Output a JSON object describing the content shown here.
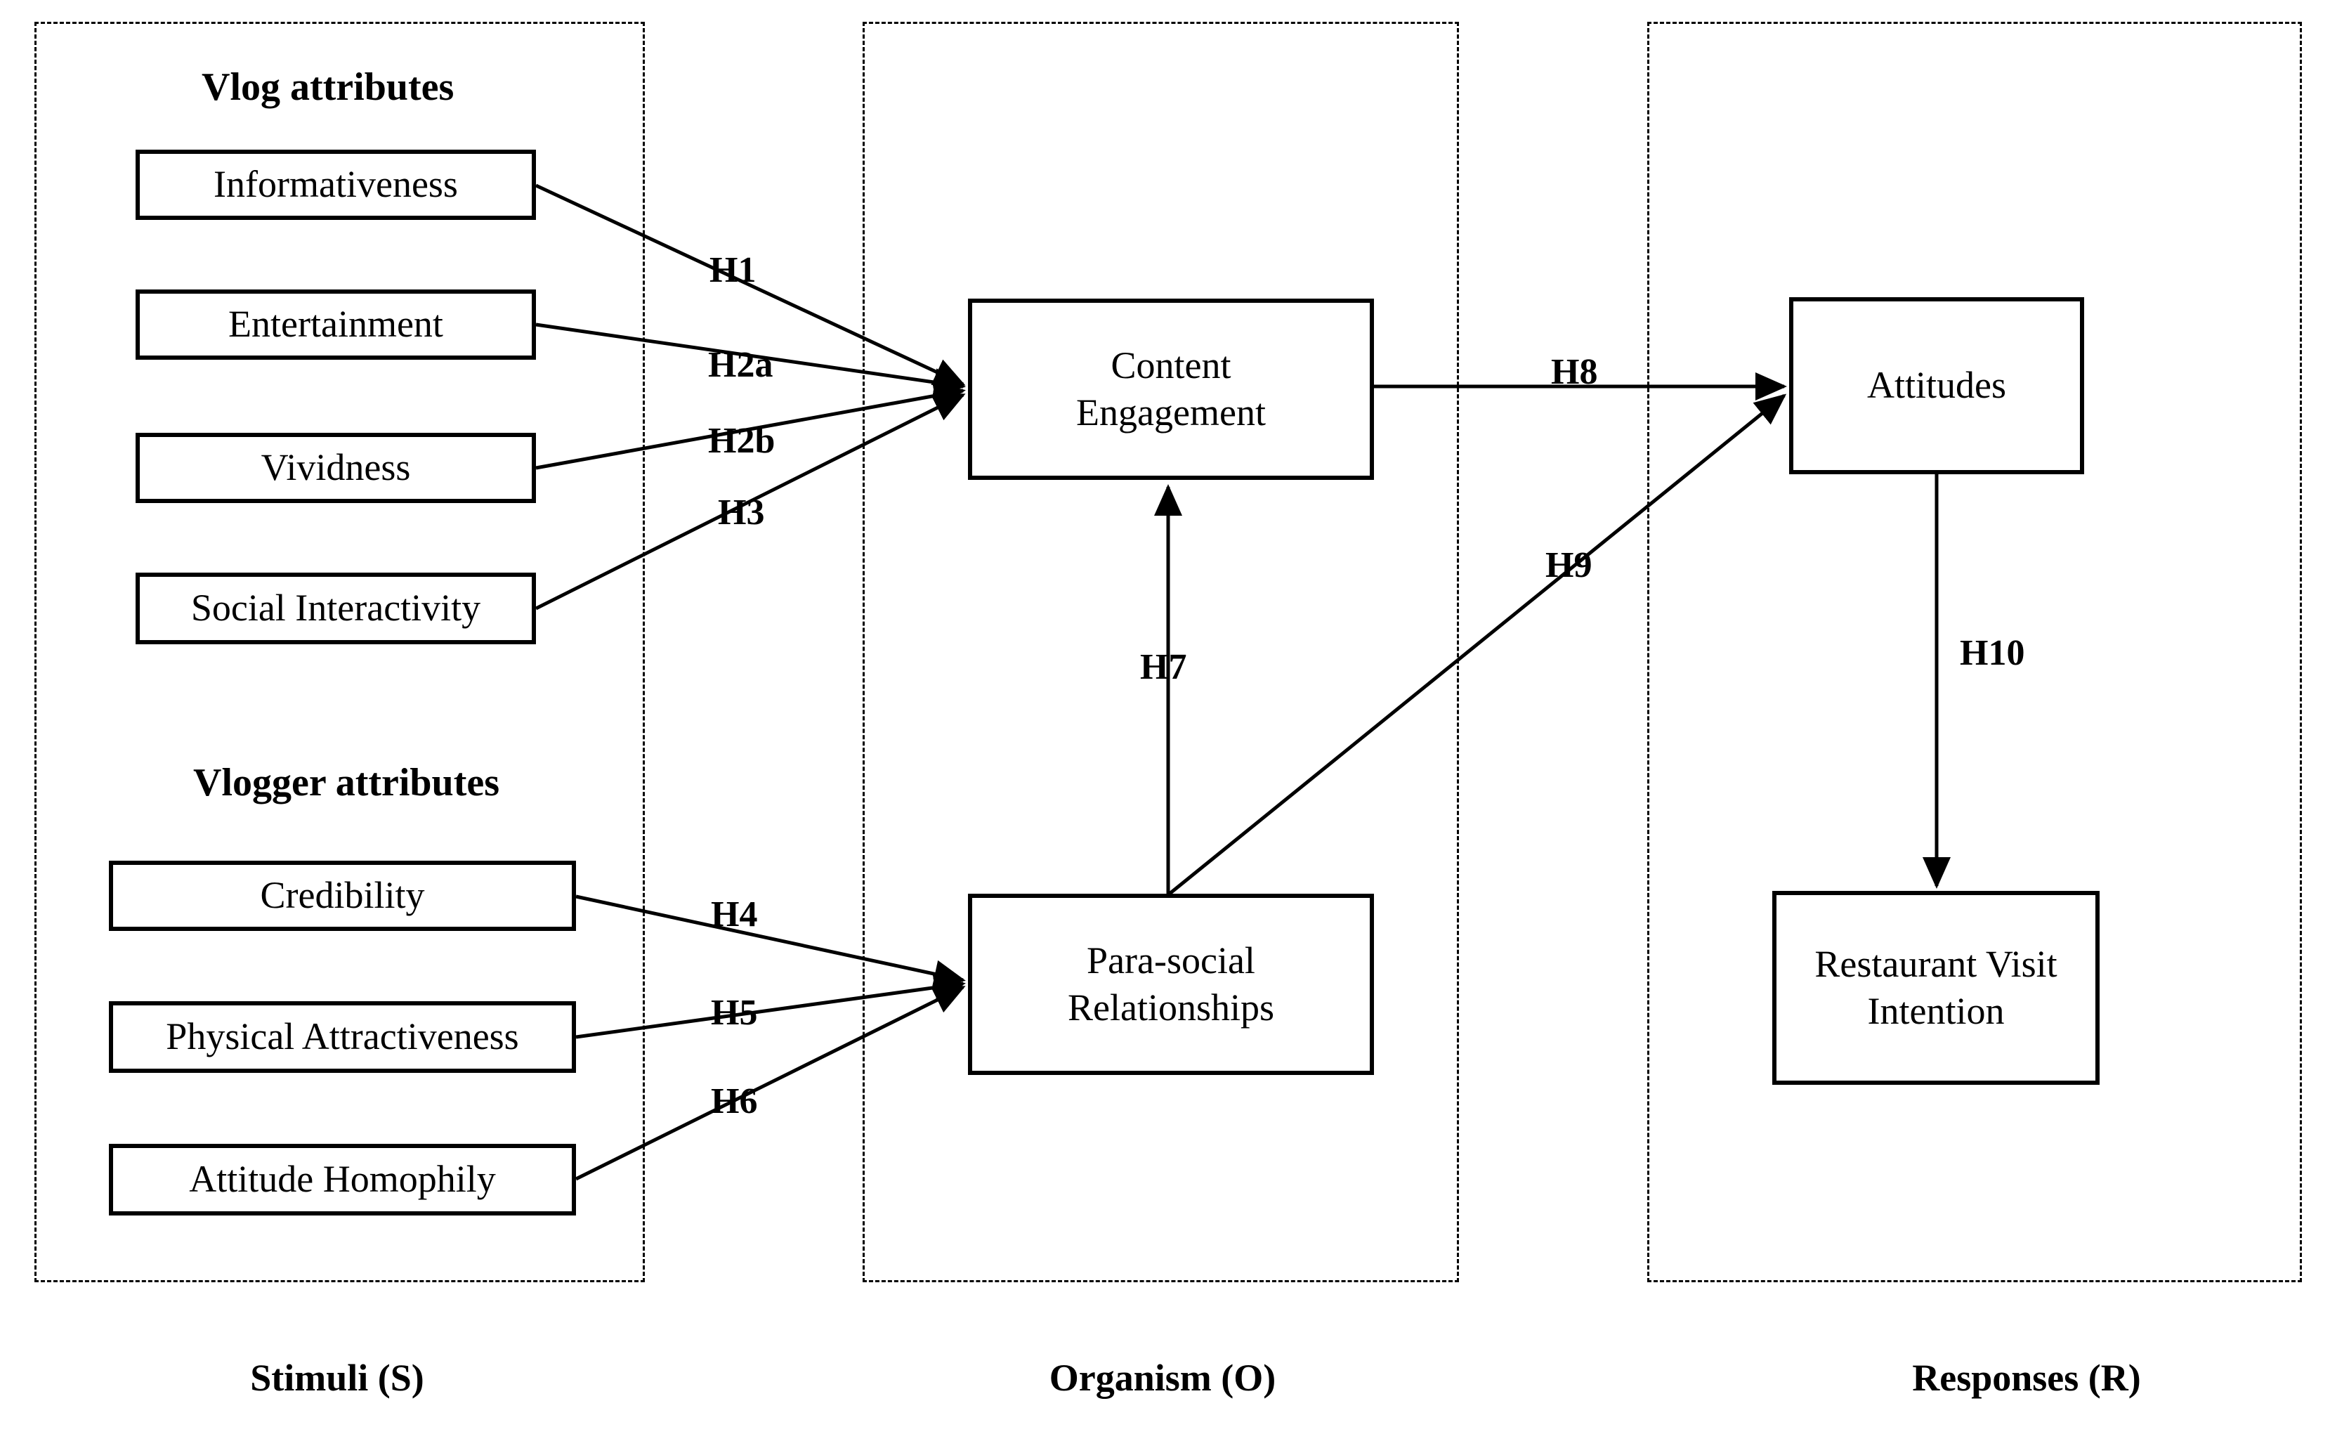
{
  "figure": {
    "type": "conceptual-research-model",
    "framework": "Stimulus-Organism-Response (S-O-R)"
  },
  "panels": [
    {
      "id": "stimuli",
      "caption": "Stimuli (S)"
    },
    {
      "id": "organism",
      "caption": "Organism (O)"
    },
    {
      "id": "responses",
      "caption": "Responses (R)"
    }
  ],
  "groups": [
    {
      "id": "vlog-attributes",
      "heading": "Vlog attributes"
    },
    {
      "id": "vlogger-attributes",
      "heading": "Vlogger attributes"
    }
  ],
  "constructs": {
    "informativeness": "Informativeness",
    "entertainment": "Entertainment",
    "vividness": "Vividness",
    "social_interactivity": "Social Interactivity",
    "credibility": "Credibility",
    "physical_attractiveness": "Physical Attractiveness",
    "attitude_homophily": "Attitude Homophily",
    "content_engagement_line1": "Content",
    "content_engagement_line2": "Engagement",
    "parasocial_line1": "Para-social",
    "parasocial_line2": "Relationships",
    "attitudes": "Attitudes",
    "restaurant_visit_line1": "Restaurant Visit",
    "restaurant_visit_line2": "Intention"
  },
  "hypotheses": [
    {
      "id": "H1",
      "label": "H1",
      "from": "Informativeness",
      "to": "Content Engagement"
    },
    {
      "id": "H2a",
      "label": "H2a",
      "from": "Entertainment",
      "to": "Content Engagement"
    },
    {
      "id": "H2b",
      "label": "H2b",
      "from": "Vividness",
      "to": "Content Engagement"
    },
    {
      "id": "H3",
      "label": "H3",
      "from": "Social Interactivity",
      "to": "Content Engagement"
    },
    {
      "id": "H4",
      "label": "H4",
      "from": "Credibility",
      "to": "Para-social Relationships"
    },
    {
      "id": "H5",
      "label": "H5",
      "from": "Physical Attractiveness",
      "to": "Para-social Relationships"
    },
    {
      "id": "H6",
      "label": "H6",
      "from": "Attitude Homophily",
      "to": "Para-social Relationships"
    },
    {
      "id": "H7",
      "label": "H7",
      "from": "Para-social Relationships",
      "to": "Content Engagement"
    },
    {
      "id": "H8",
      "label": "H8",
      "from": "Content Engagement",
      "to": "Attitudes"
    },
    {
      "id": "H9",
      "label": "H9",
      "from": "Para-social Relationships",
      "to": "Attitudes"
    },
    {
      "id": "H10",
      "label": "H10",
      "from": "Attitudes",
      "to": "Restaurant Visit Intention"
    }
  ],
  "colors": {
    "stroke": "#000000",
    "background": "#ffffff"
  }
}
